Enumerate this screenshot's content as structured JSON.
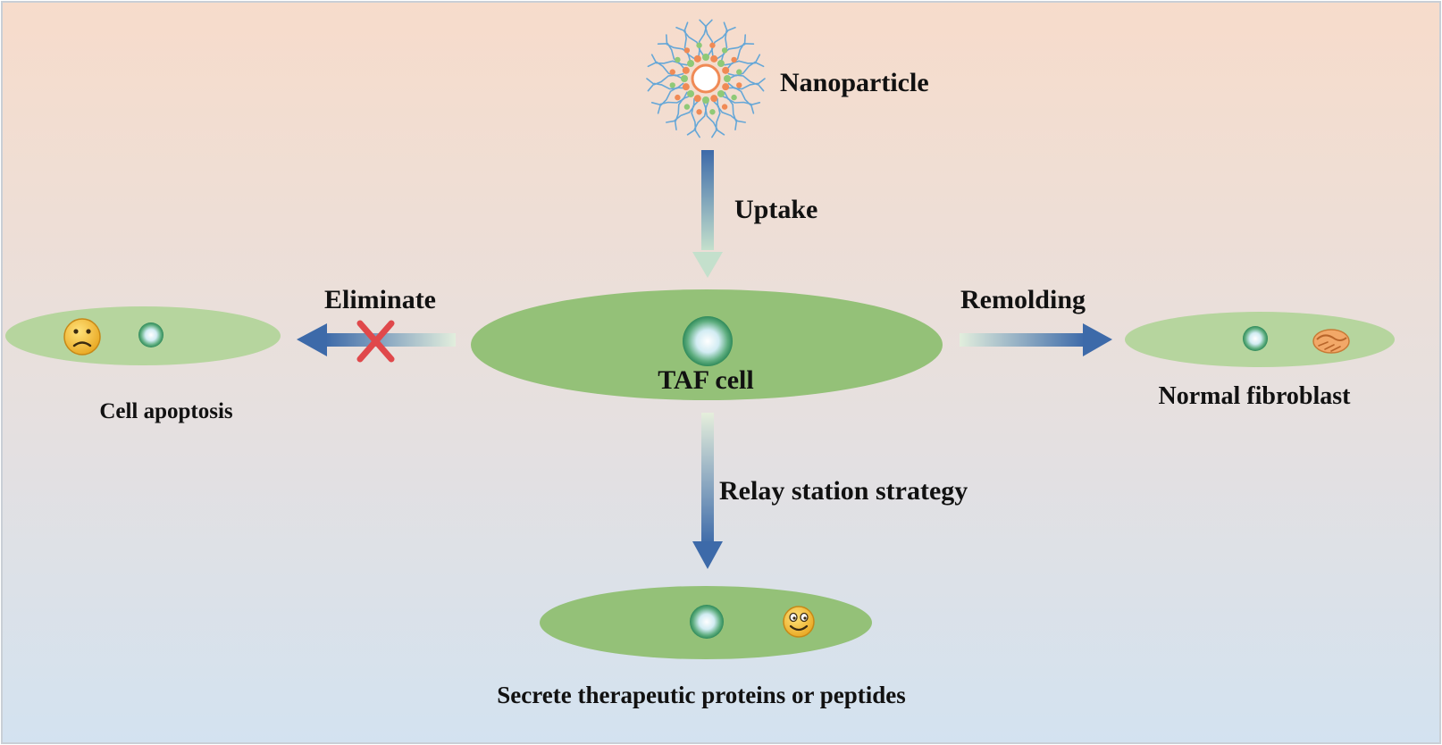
{
  "labels": {
    "nanoparticle": "Nanoparticle",
    "uptake": "Uptake",
    "eliminate": "Eliminate",
    "remolding": "Remolding",
    "taf_cell": "TAF cell",
    "cell_apoptosis": "Cell apoptosis",
    "normal_fibroblast": "Normal fibroblast",
    "relay_strategy": "Relay station strategy",
    "secrete": "Secrete therapeutic proteins or peptides"
  },
  "colors": {
    "background_top": "#f7dccb",
    "background_bottom": "#d3e2f0",
    "cell_fill": "#94c178",
    "cell_fill_light": "#b6d59e",
    "nucleus": "#2f8a5a",
    "arrow_blue": "#3d6aa9",
    "cross_red": "#e0484b",
    "nano_lipid": "#66a7d7",
    "nano_green": "#8fc977",
    "nano_orange": "#f08a55"
  },
  "icons": {
    "apoptosis_cell": "sad-face-icon",
    "secreting_cell": "smiling-face-icon",
    "fibroblast_cell": "handshake-icon",
    "eliminate_arrow": "red-cross-icon"
  }
}
